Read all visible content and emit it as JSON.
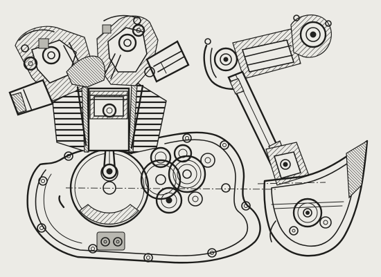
{
  "colors": {
    "paper": "#ecebe6",
    "ink": "#1d1d1b",
    "shade": "#b9b8b1"
  },
  "figure": {
    "kind": "technical line drawing",
    "views": [
      "cross-section-side",
      "cross-section-end"
    ]
  }
}
